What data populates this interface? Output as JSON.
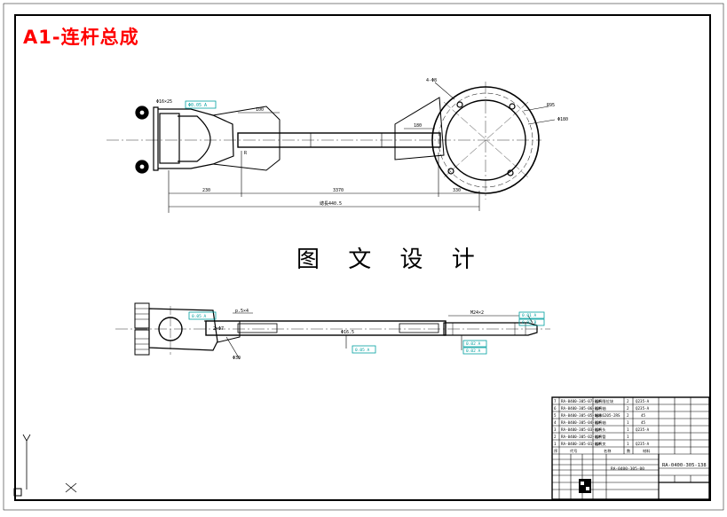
{
  "sheet": {
    "title": "A1-连杆总成",
    "watermark": "图 文 设 计"
  },
  "top_view": {
    "dims": {
      "d1": "4-Φ8",
      "d2": "R95",
      "d3": "Φ180",
      "d4": "100",
      "d5": "180",
      "d6": "230",
      "d7": "3370",
      "d8": "330",
      "d9": "總長440.5",
      "d10": "Φ16×25",
      "d11": "R"
    },
    "tol": "Φ0.05 A"
  },
  "side_view": {
    "dims": {
      "d1": "p.5×4",
      "d2": "Φ30",
      "d3": "Φ16.5",
      "d4": "2×Φ7",
      "d5": "M24×2"
    },
    "tols": [
      "0.05 A",
      "0.05 A",
      "0.02 A",
      "0.02 A",
      "0.01 A",
      "0.02 B"
    ]
  },
  "bom": {
    "rows": [
      {
        "no": "7",
        "code": "RA-0400-305-07-00A",
        "name": "连杆限位块",
        "qty": "2",
        "mat": "Q235-A"
      },
      {
        "no": "6",
        "code": "RA-0400-305-06-00A",
        "name": "连杆轴",
        "qty": "2",
        "mat": "Q235-A"
      },
      {
        "no": "5",
        "code": "RA-0400-305-05-00A",
        "name": "轴承6205-2RS",
        "qty": "2",
        "mat": "45"
      },
      {
        "no": "4",
        "code": "RA-0400-305-04-00A",
        "name": "连杆轴",
        "qty": "1",
        "mat": "45"
      },
      {
        "no": "3",
        "code": "RA-0400-305-03-00A",
        "name": "连杆头",
        "qty": "1",
        "mat": "Q235-A"
      },
      {
        "no": "2",
        "code": "RA-0400-305-02-00A",
        "name": "连杆管",
        "qty": "1",
        "mat": ""
      },
      {
        "no": "1",
        "code": "RA-0400-305-01-00A",
        "name": "连杆叉",
        "qty": "1",
        "mat": "Q235-A"
      }
    ],
    "header": [
      "序",
      "代号",
      "名称",
      "数",
      "材料"
    ],
    "drawing_no": "RA-0400-305-00",
    "part_code": "RA-0400-305-138"
  },
  "ucs": {
    "y": "Y",
    "x": "X"
  }
}
